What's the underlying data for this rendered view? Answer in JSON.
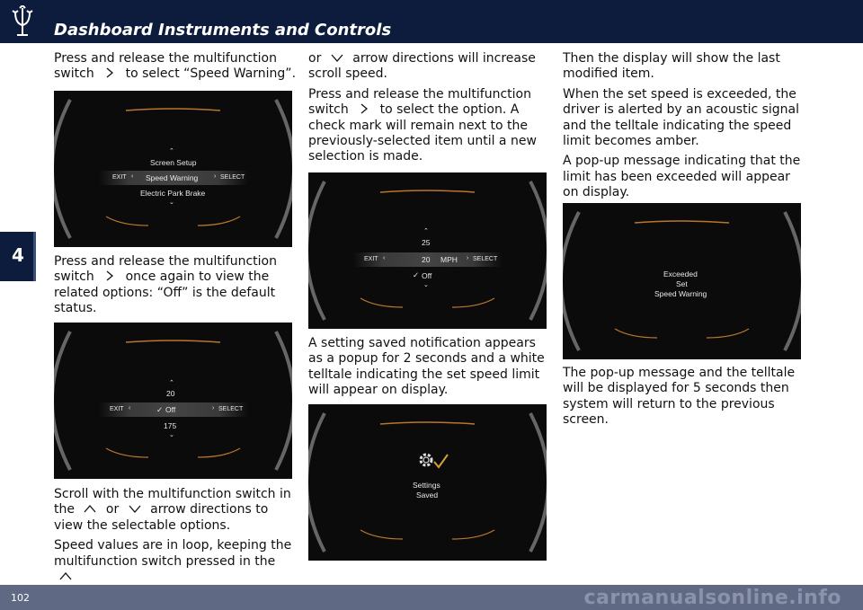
{
  "header": {
    "title": "Dashboard Instruments and Controls",
    "logo_icon": "trident-logo-icon"
  },
  "chapter": {
    "number": "4"
  },
  "col1": {
    "p1a": "Press and release the multifunction switch",
    "p1b": "to select “Speed Warning”.",
    "p2a": "Press and release the multifunction switch",
    "p2b": "once again to view the related options: “Off” is the default status.",
    "p3a": "Scroll with the multifunction switch in the",
    "p3b": "or",
    "p3c": "arrow directions to view the selectable options.",
    "p4a": "Speed values are in loop, keeping the multifunction switch pressed in the"
  },
  "col2": {
    "p1a": "or",
    "p1b": "arrow directions will increase scroll speed.",
    "p2a": "Press and release the multifunction switch",
    "p2b": "to select the option. A check mark will remain next to the previously-selected item until a new selection is made.",
    "p3": "A setting saved notification appears as a popup for 2 seconds and a white telltale indicating the set speed limit will appear on display."
  },
  "col3": {
    "p1": "Then the display will show the last modified item.",
    "p2": "When the set speed is exceeded, the driver is alerted by an acoustic signal and the telltale indicating the speed limit becomes amber.",
    "p3": "A pop-up message indicating that the limit has been exceeded will appear on display.",
    "p4": "The pop-up message and the telltale will be displayed for 5 seconds then system will return to the previous screen."
  },
  "screen1": {
    "above": "Screen Setup",
    "selected": "Speed Warning",
    "below": "Electric Park Brake",
    "exit": "EXIT",
    "select": "SELECT"
  },
  "screen2": {
    "above": "20",
    "selected": "Off",
    "below": "175",
    "exit": "EXIT",
    "select": "SELECT"
  },
  "screen3": {
    "above": "25",
    "selected": "20",
    "unit": "MPH",
    "below": "Off",
    "exit": "EXIT",
    "select": "SELECT"
  },
  "screen4": {
    "line1": "Settings",
    "line2": "Saved",
    "icon": "settings-saved-icon"
  },
  "screen5": {
    "line1": "Exceeded",
    "line2": "Set",
    "line3": "Speed Warning"
  },
  "footer": {
    "page": "102",
    "watermark": "carmanualsonline.info"
  }
}
